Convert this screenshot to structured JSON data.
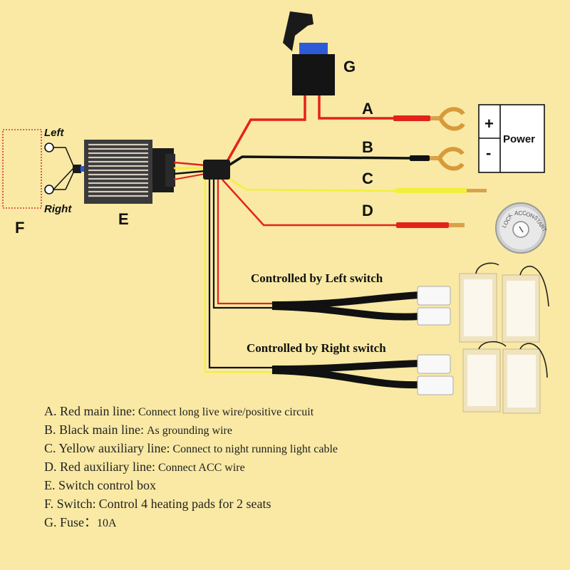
{
  "labels": {
    "switch_left": "Left",
    "switch_right": "Right",
    "switch_letter": "F",
    "box_letter": "E",
    "fuse_letter": "G",
    "wire_a": "A",
    "wire_b": "B",
    "wire_c": "C",
    "wire_d": "D",
    "power_plus": "+",
    "power_minus": "-",
    "power": "Power",
    "key_lock": "LOCK",
    "key_acc": "ACC",
    "key_on": "ON",
    "key_start": "START",
    "controlled_left": "Controlled by Left switch",
    "controlled_right": "Controlled by Right switch"
  },
  "legend": [
    {
      "title": "A. Red main line:",
      "desc": "Connect long live wire/positive circuit"
    },
    {
      "title": "B. Black main line:",
      "desc": "As grounding wire"
    },
    {
      "title": "C. Yellow auxiliary line:",
      "desc": "Connect to night running light cable"
    },
    {
      "title": "D. Red auxiliary line:",
      "desc": "Connect ACC wire"
    },
    {
      "title": "E. Switch control box",
      "desc": ""
    },
    {
      "title": "F. Switch:",
      "desc": "Control 4 heating pads for 2 seats"
    },
    {
      "title": "G. Fuse：",
      "desc": "10A"
    }
  ],
  "colors": {
    "background": "#f9e9a4",
    "red_wire": "#e3231b",
    "black_wire": "#111111",
    "yellow_wire": "#f2ef3a",
    "fuse_blue": "#2d5bd8",
    "switch_outline": "#d33a3a"
  }
}
